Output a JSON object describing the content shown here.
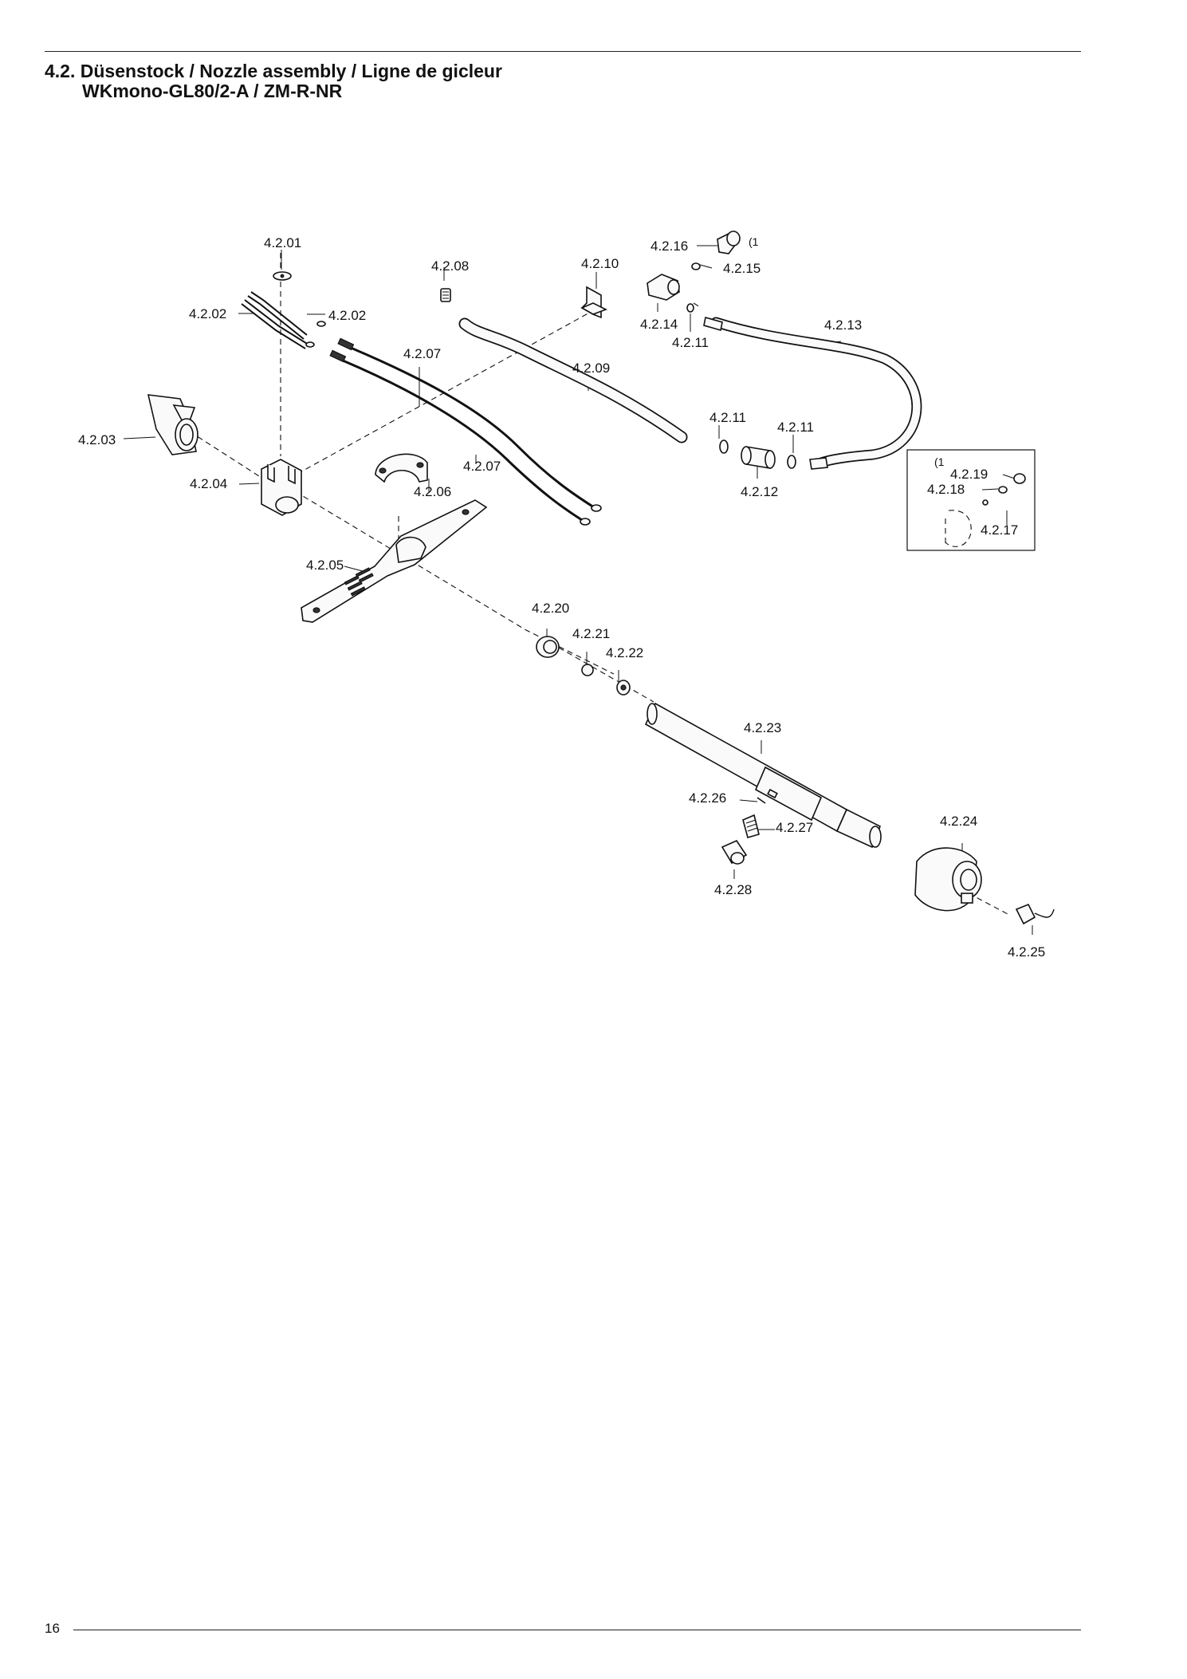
{
  "header": {
    "title_line1": "4.2. Düsenstock / Nozzle assembly / Ligne de gicleur",
    "title_line2": "WKmono-GL80/2-A / ZM-R-NR"
  },
  "footer": {
    "page_number": "16"
  },
  "diagram": {
    "labels": {
      "p4201": "4.2.01",
      "p4202a": "4.2.02",
      "p4202b": "4.2.02",
      "p4203": "4.2.03",
      "p4204": "4.2.04",
      "p4205": "4.2.05",
      "p4206": "4.2.06",
      "p4207a": "4.2.07",
      "p4207b": "4.2.07",
      "p4208": "4.2.08",
      "p4209": "4.2.09",
      "p4210": "4.2.10",
      "p4211a": "4.2.11",
      "p4211b": "4.2.11",
      "p4211c": "4.2.11",
      "p4212": "4.2.12",
      "p4213": "4.2.13",
      "p4214": "4.2.14",
      "p4215": "4.2.15",
      "p4216": "4.2.16",
      "p4217": "4.2.17",
      "p4218": "4.2.18",
      "p4219": "4.2.19",
      "p4220": "4.2.20",
      "p4221": "4.2.21",
      "p4222": "4.2.22",
      "p4223": "4.2.23",
      "p4224": "4.2.24",
      "p4225": "4.2.25",
      "p4226": "4.2.26",
      "p4227": "4.2.27",
      "p4228": "4.2.28",
      "footnote_a": "(1",
      "footnote_b": "(1"
    }
  }
}
